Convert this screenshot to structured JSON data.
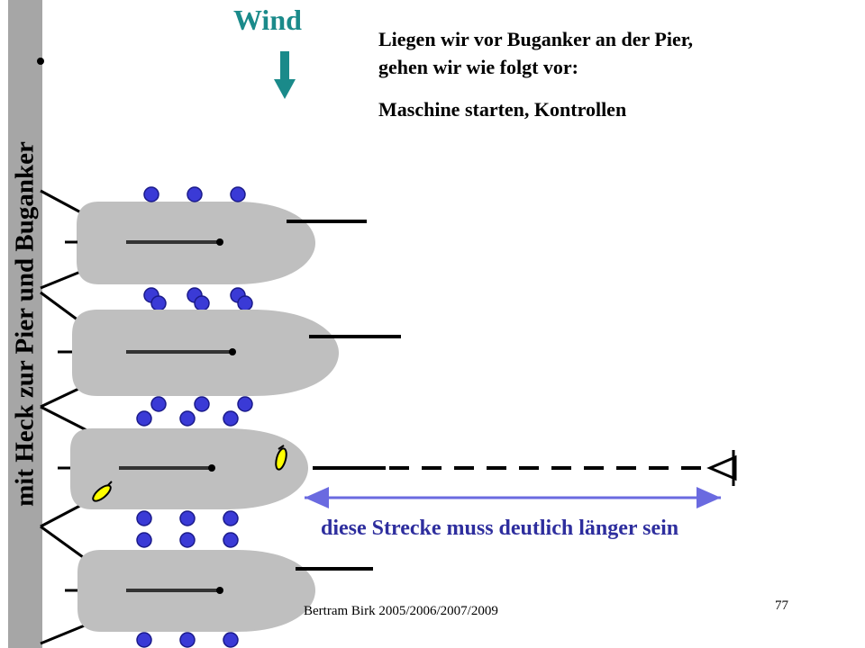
{
  "pier": {
    "label": "mit Heck zur Pier und Buganker"
  },
  "wind": {
    "label": "Wind",
    "color": "#1a8a8a"
  },
  "instructions": {
    "line1": "Liegen wir vor Buganker an der Pier,",
    "line2": "gehen wir wie folgt vor:",
    "step": "Maschine starten, Kontrollen"
  },
  "measure": {
    "label": "diese Strecke muss deutlich länger sein",
    "color": "#2e2e9e"
  },
  "footer": {
    "author": "Bertram Birk 2005/2006/2007/2009",
    "page": "77"
  },
  "colors": {
    "boat": "#bfbfbf",
    "fender": "#3a3ad6",
    "pier": "#a6a6a6",
    "fender_signal": "#ffff00"
  }
}
